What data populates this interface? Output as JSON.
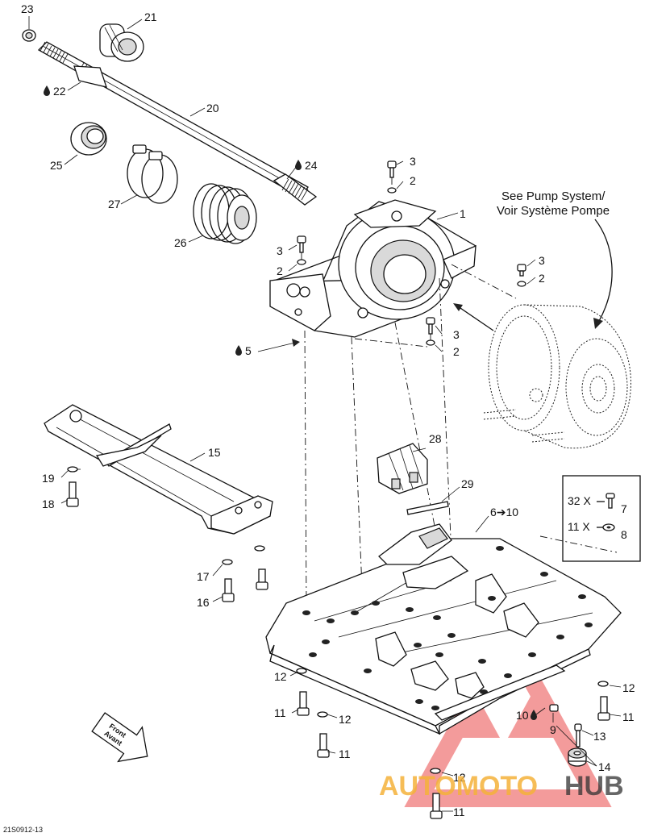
{
  "diagram_code": "21S0912-13",
  "note": {
    "line1": "See Pump System/",
    "line2": "Voir Système Pompe"
  },
  "front_arrow": {
    "line1": "Front",
    "line2": "Avant"
  },
  "legend_box": {
    "row1": {
      "qty": "32 X",
      "part": "7"
    },
    "row2": {
      "qty": "11 X",
      "part": "8"
    }
  },
  "watermark": {
    "text_red": "AUTOMOTO",
    "text_dark": "HUB"
  },
  "callouts": {
    "c1": "1",
    "c2a": "2",
    "c2b": "2",
    "c2c": "2",
    "c2d": "2",
    "c3a": "3",
    "c3b": "3",
    "c3c": "3",
    "c3d": "3",
    "c5": "5",
    "c6": "6➔10",
    "c9": "9",
    "c10": "10",
    "c11a": "11",
    "c11b": "11",
    "c11c": "11",
    "c11d": "11",
    "c12a": "12",
    "c12b": "12",
    "c12c": "12",
    "c12d": "12",
    "c13": "13",
    "c14": "14",
    "c15": "15",
    "c16": "16",
    "c17": "17",
    "c18": "18",
    "c19": "19",
    "c20": "20",
    "c21": "21",
    "c22": "22",
    "c23": "23",
    "c24": "24",
    "c25": "25",
    "c26": "26",
    "c27": "27",
    "c28": "28",
    "c29": "29"
  },
  "icons": [
    "oil-drop-icon",
    "front-arrow-icon"
  ]
}
